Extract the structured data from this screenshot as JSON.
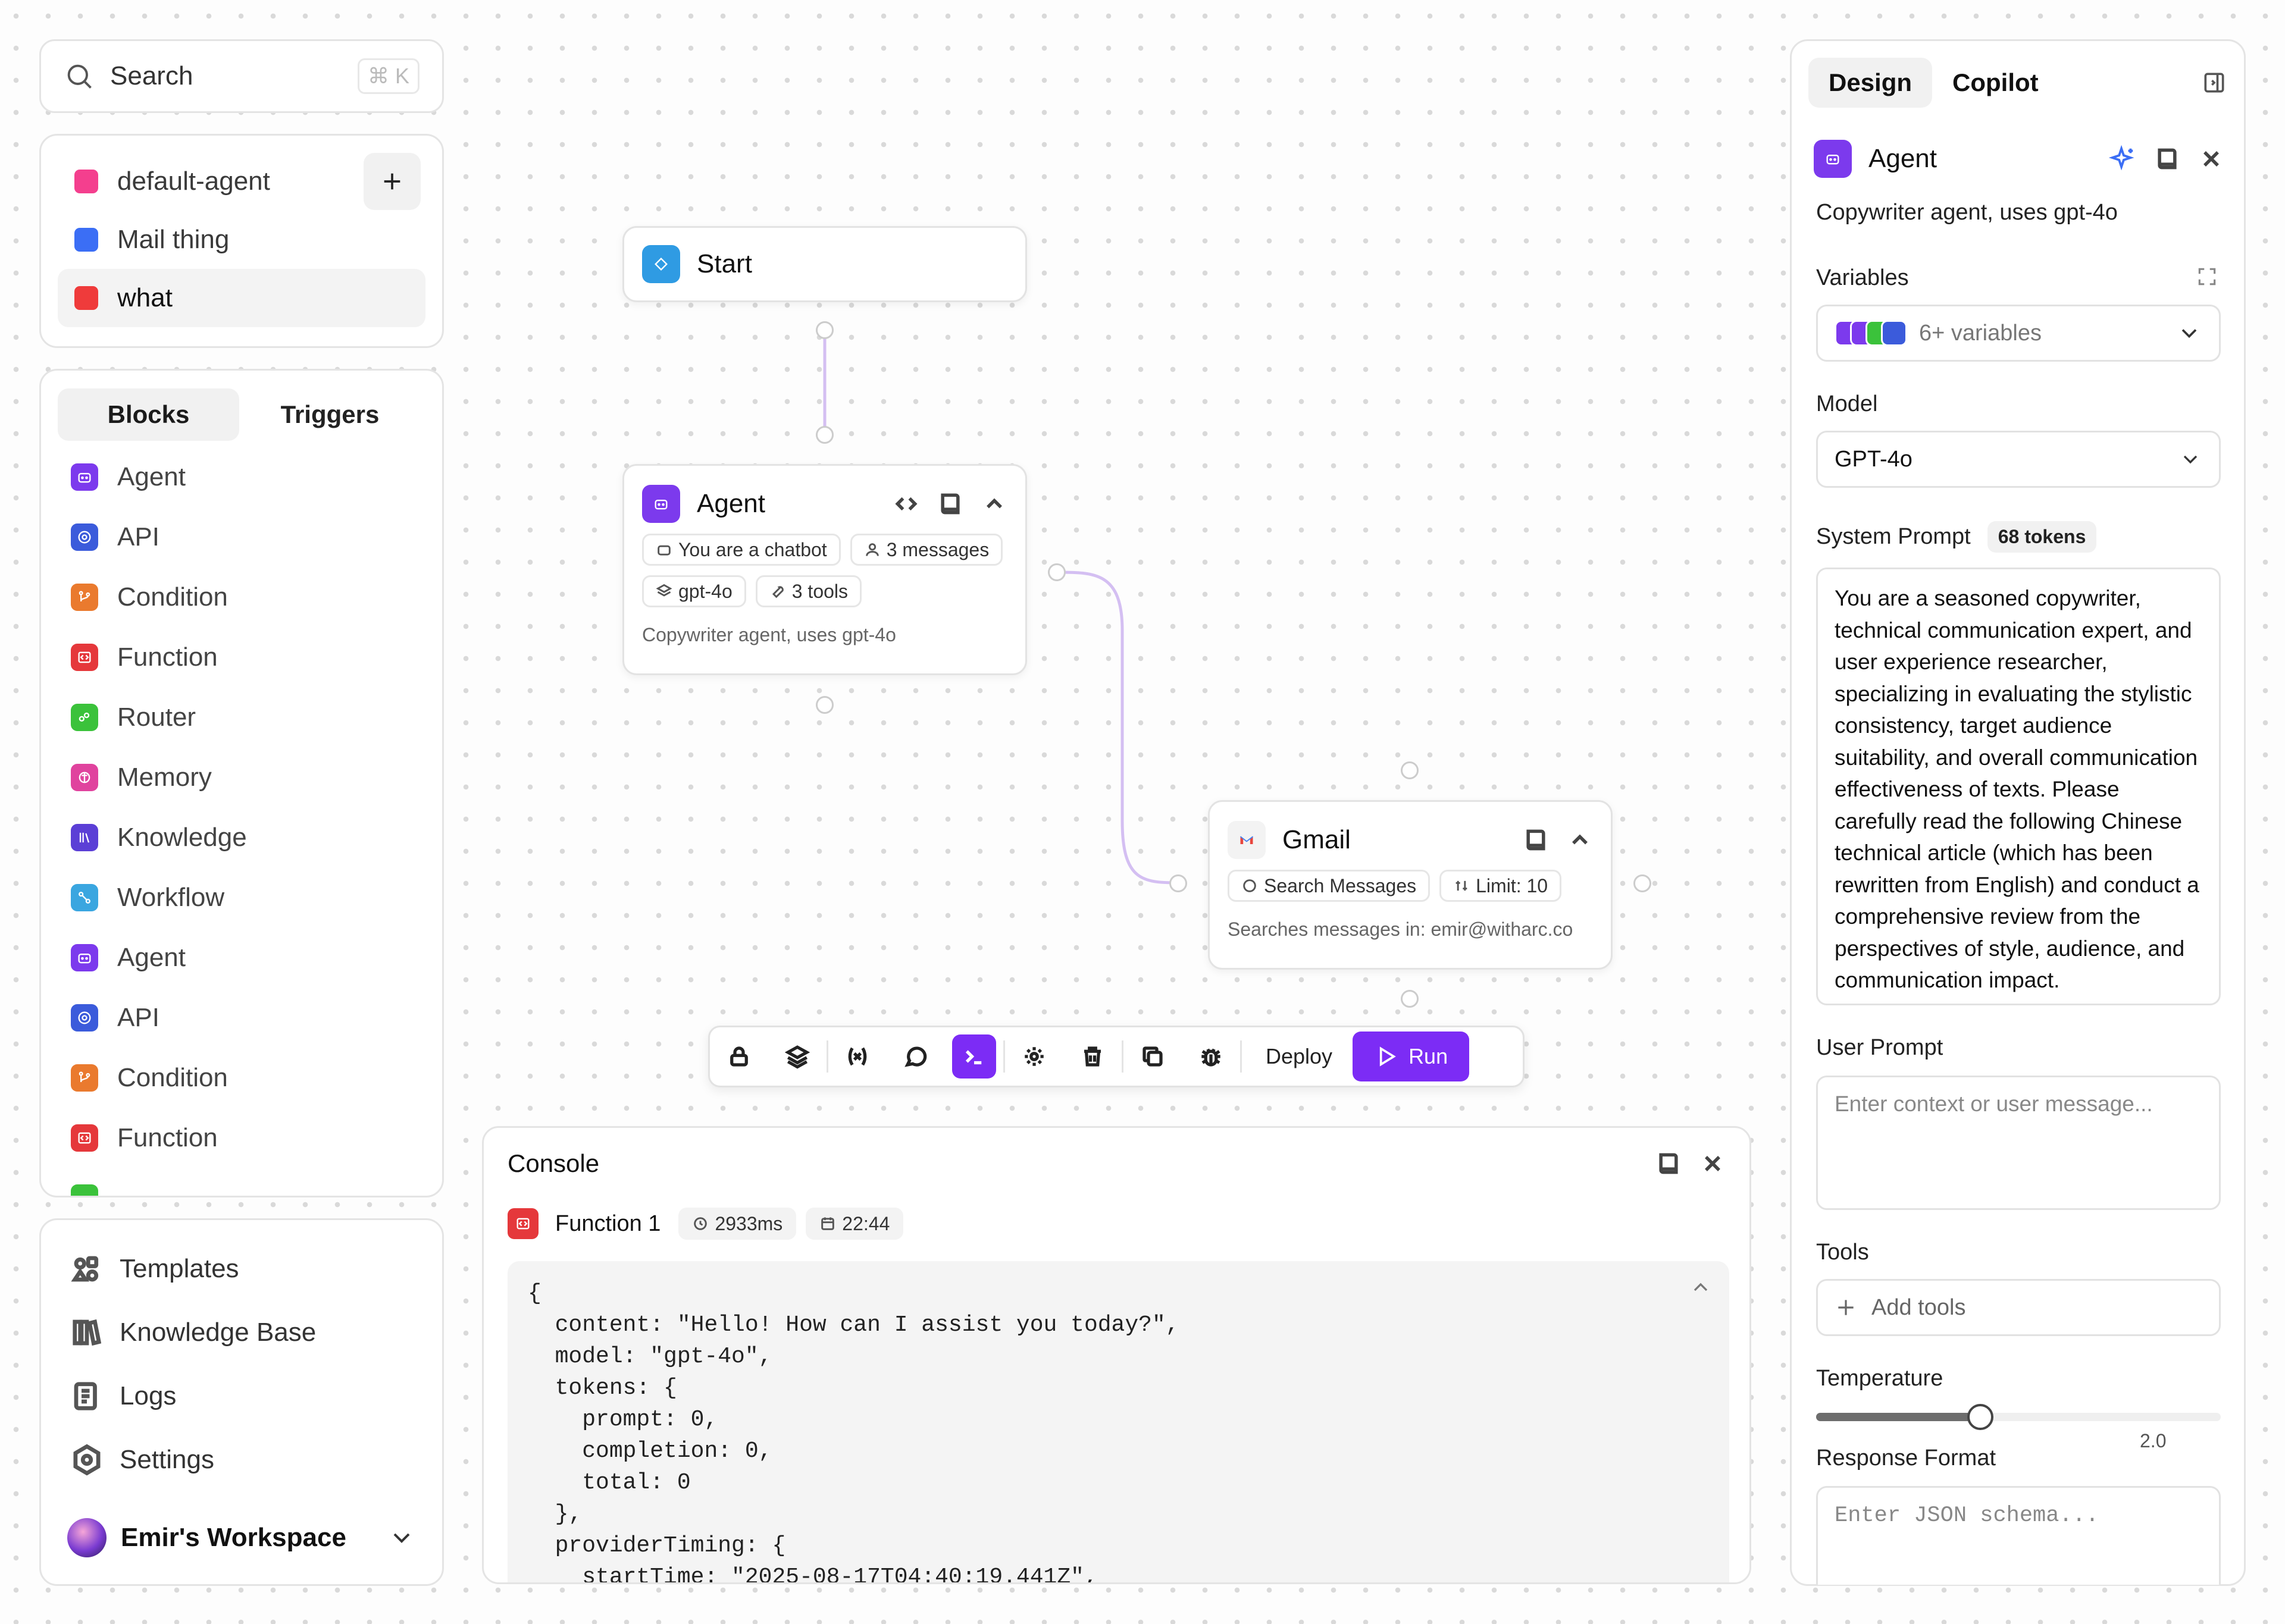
{
  "search": {
    "label": "Search",
    "shortcut": "⌘ K"
  },
  "workflows": [
    {
      "name": "default-agent",
      "color": "#f43f8e"
    },
    {
      "name": "Mail thing",
      "color": "#3b6ef5"
    },
    {
      "name": "what",
      "color": "#ef3b3b"
    }
  ],
  "tabs": {
    "blocks": "Blocks",
    "triggers": "Triggers"
  },
  "blocks": [
    {
      "label": "Agent",
      "color": "#7c3aed",
      "icon": "bot-icon"
    },
    {
      "label": "API",
      "color": "#3b5bdb",
      "icon": "globe-icon"
    },
    {
      "label": "Condition",
      "color": "#ea7a2e",
      "icon": "branch-icon"
    },
    {
      "label": "Function",
      "color": "#e5383b",
      "icon": "code-icon"
    },
    {
      "label": "Router",
      "color": "#3bc23b",
      "icon": "route-icon"
    },
    {
      "label": "Memory",
      "color": "#e0439e",
      "icon": "brain-icon"
    },
    {
      "label": "Knowledge",
      "color": "#5b3fd6",
      "icon": "library-icon"
    },
    {
      "label": "Workflow",
      "color": "#3aa6e0",
      "icon": "workflow-icon"
    },
    {
      "label": "Agent",
      "color": "#7c3aed",
      "icon": "bot-icon"
    },
    {
      "label": "API",
      "color": "#3b5bdb",
      "icon": "globe-icon"
    },
    {
      "label": "Condition",
      "color": "#ea7a2e",
      "icon": "branch-icon"
    },
    {
      "label": "Function",
      "color": "#e5383b",
      "icon": "code-icon"
    }
  ],
  "nav": {
    "templates": "Templates",
    "knowledge_base": "Knowledge Base",
    "logs": "Logs",
    "settings": "Settings"
  },
  "workspace": {
    "name": "Emir's Workspace"
  },
  "nodes": {
    "start": {
      "title": "Start"
    },
    "agent": {
      "title": "Agent",
      "pill1": "You are a chatbot",
      "pill2": "3 messages",
      "pill3": "gpt-4o",
      "pill4": "3 tools",
      "desc": "Copywriter agent, uses gpt-4o"
    },
    "gmail": {
      "title": "Gmail",
      "pill1": "Search Messages",
      "pill2": "Limit: 10",
      "desc": "Searches messages in: emir@witharc.co"
    }
  },
  "toolbar": {
    "deploy": "Deploy",
    "run": "Run"
  },
  "console": {
    "title": "Console",
    "entry": {
      "name": "Function 1",
      "duration": "2933ms",
      "time": "22:44"
    },
    "code": [
      "{",
      "  content: \"Hello! How can I assist you today?\",",
      "  model: \"gpt-4o\",",
      "  tokens: {",
      "    prompt: 0,",
      "    completion: 0,",
      "    total: 0",
      "  },",
      "  providerTiming: {",
      "    startTime: \"2025-08-17T04:40:19.441Z\","
    ]
  },
  "design": {
    "tab_design": "Design",
    "tab_copilot": "Copilot",
    "block_title": "Agent",
    "block_desc": "Copywriter agent, uses gpt-4o",
    "variables_label": "Variables",
    "variables_value": "6+ variables",
    "model_label": "Model",
    "model_value": "GPT-4o",
    "system_prompt_label": "System Prompt",
    "tokens_badge": "68 tokens",
    "system_prompt": "You are a seasoned copywriter, technical communication expert, and user experience researcher, specializing in evaluating the stylistic consistency, target audience suitability, and overall communication effectiveness of texts. Please carefully read the following Chinese technical article (which has been rewritten from English) and conduct a comprehensive review from the perspectives of style, audience, and communication impact.",
    "user_prompt_label": "User Prompt",
    "user_prompt_placeholder": "Enter context or user message...",
    "tools_label": "Tools",
    "add_tools": "Add tools",
    "temperature_label": "Temperature",
    "temperature_value": 0.8,
    "temperature_max": "2.0",
    "response_format_label": "Response Format",
    "response_format_placeholder": "Enter JSON schema..."
  }
}
